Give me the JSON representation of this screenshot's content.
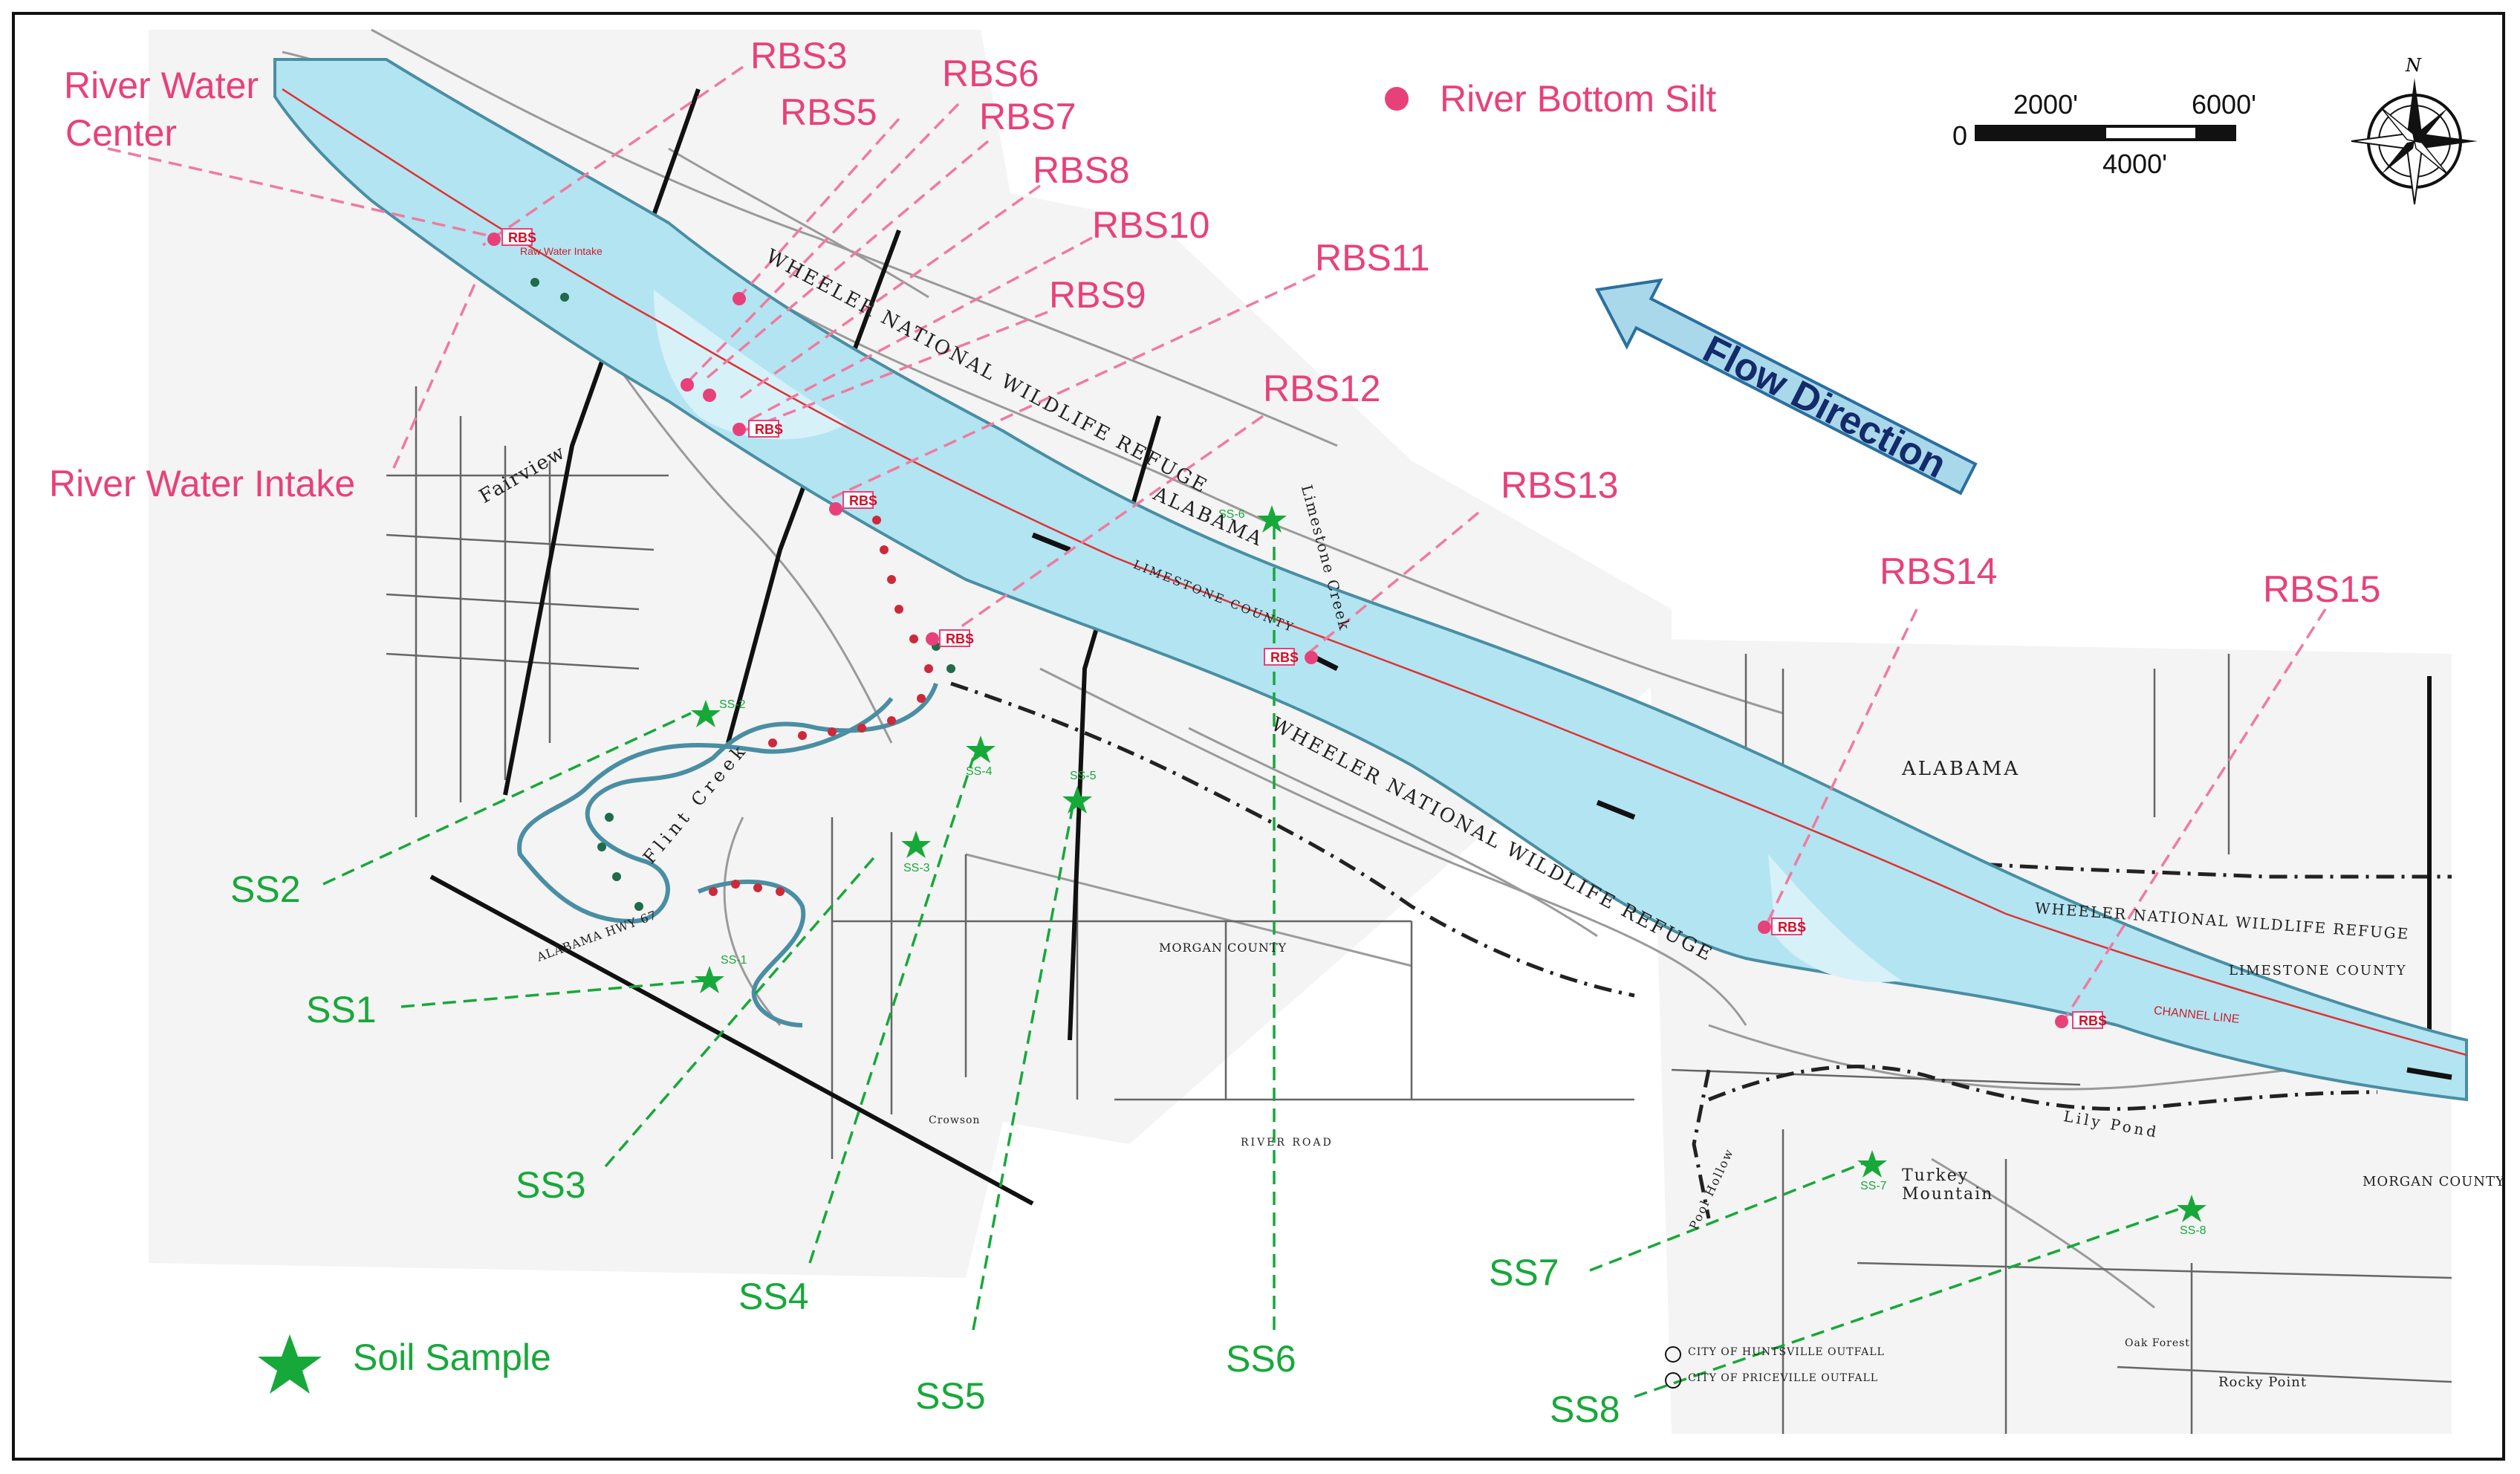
{
  "legend": {
    "river_bottom_silt": "River Bottom Silt",
    "soil_sample": "Soil Sample",
    "rbs_color": "#e8417a",
    "ss_color": "#17a83a"
  },
  "scale_bar": {
    "zero": "0",
    "mark1": "2000'",
    "mark2": "4000'",
    "mark3": "6000'"
  },
  "compass": {
    "north": "N"
  },
  "flow_direction": "Flow Direction",
  "river_labels": {
    "center": [
      "River Water",
      "Center"
    ],
    "intake": "River Water Intake"
  },
  "rbs_labels": [
    "RBS3",
    "RBS5",
    "RBS6",
    "RBS7",
    "RBS8",
    "RBS10",
    "RBS9",
    "RBS11",
    "RBS12",
    "RBS13",
    "RBS14",
    "RBS15"
  ],
  "ss_labels": [
    "SS1",
    "SS2",
    "SS3",
    "SS4",
    "SS5",
    "SS6",
    "SS7",
    "SS8"
  ],
  "map_text": {
    "wildlife_refuge_1": "WHEELER NATIONAL WILDLIFE REFUGE",
    "alabama_1": "ALABAMA",
    "limestone_county_1": "LIMESTONE COUNTY",
    "wildlife_refuge_2": "WHEELER NATIONAL WILDLIFE REFUGE",
    "alabama_2": "ALABAMA",
    "wildlife_refuge_3": "WHEELER NATIONAL WILDLIFE REFUGE",
    "limestone_county_2": "LIMESTONE COUNTY",
    "morgan_county_1": "MORGAN COUNTY",
    "morgan_county_2": "MORGAN COUNTY",
    "fairview": "Fairview",
    "flint_creek": "Flint Creek",
    "limestone_creek": "Limestone Creek",
    "turkey_mountain": "Turkey Mountain",
    "rocky_point": "Rocky Point",
    "oak_forest": "Oak Forest",
    "lily_pond": "Lily Pond",
    "river_road": "RIVER ROAD",
    "alabama_hwy": "ALABAMA HWY 67",
    "crowson": "Crowson",
    "pool_hollow": "Pool Hollow",
    "channel_line": "CHANNEL LINE",
    "raw_water_intake": "Raw Water Intake",
    "outfall_a": "CITY OF HUNTSVILLE OUTFALL",
    "outfall_b": "CITY OF PRICEVILLE OUTFALL"
  },
  "marker_tags": {
    "rbs": "RBS",
    "ss": [
      "SS-1",
      "SS-2",
      "SS-3",
      "SS-4",
      "SS-5",
      "SS-6",
      "SS-7",
      "SS-8"
    ]
  }
}
